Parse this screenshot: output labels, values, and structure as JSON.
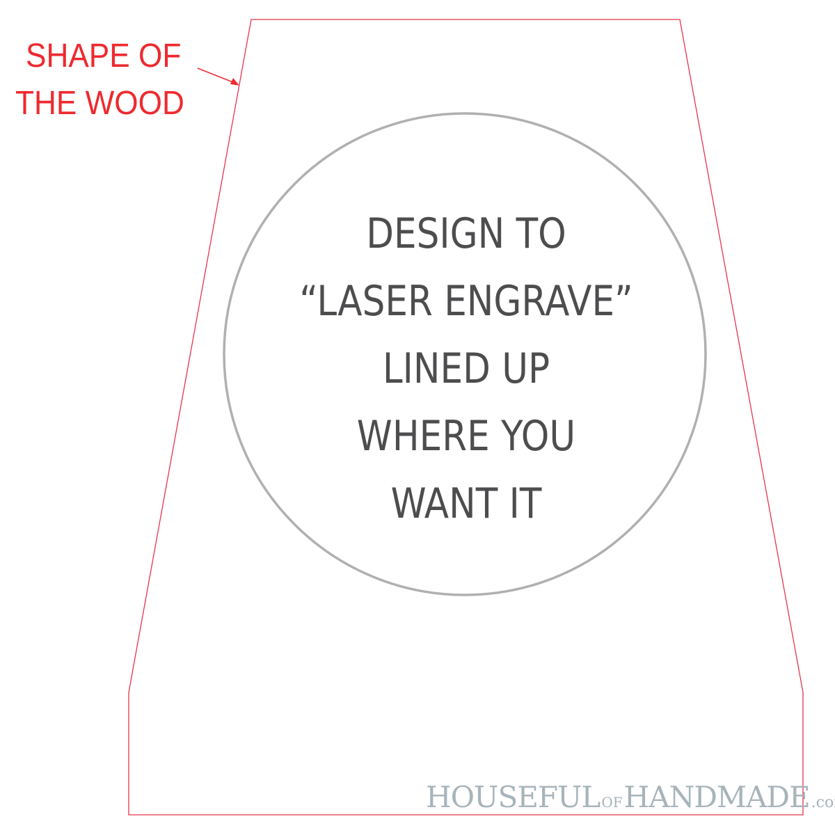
{
  "callout": {
    "line1": "SHAPE OF",
    "line2": "THE WOOD",
    "color": "#ee2a2f"
  },
  "wood_outline_color": "#e8344a",
  "circle_color": "#b0b0b0",
  "center_text": {
    "lines": [
      "DESIGN TO",
      "“LASER ENGRAVE”",
      "LINED UP",
      "WHERE YOU",
      "WANT IT"
    ],
    "color": "#4d4d4f"
  },
  "watermark": {
    "part1": "HOUSEFUL",
    "part2": "OF",
    "part3": "HANDMADE",
    "part4": ".com",
    "color": "#a8b4ba"
  }
}
